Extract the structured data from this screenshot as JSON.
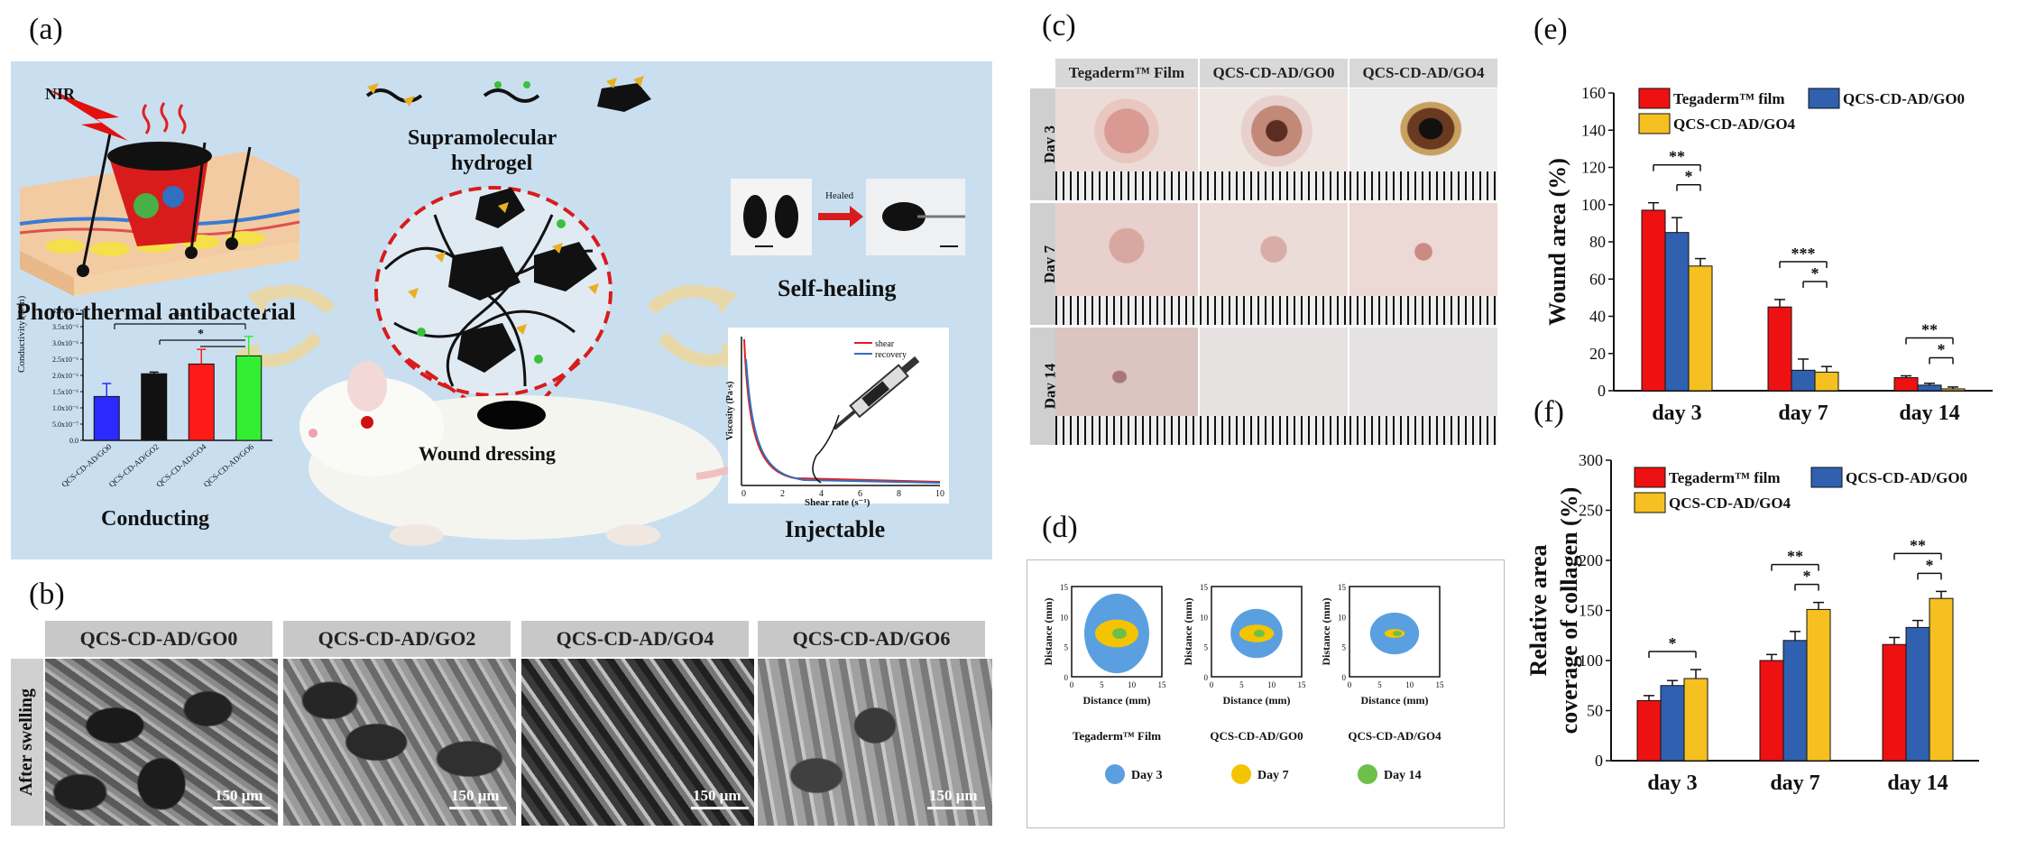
{
  "labels": {
    "a": "(a)",
    "b": "(b)",
    "c": "(c)",
    "d": "(d)",
    "e": "(e)",
    "f": "(f)"
  },
  "panel_a": {
    "nir": "NIR",
    "supramolecular": "Supramolecular",
    "hydrogel": "hydrogel",
    "photothermal": "Photo-thermal antibacterial",
    "self_healing": "Self-healing",
    "healed": "Healed",
    "wound_dressing": "Wound dressing",
    "conducting": "Conducting",
    "injectable": "Injectable",
    "cond_ylabel": "Conductivity (S/m)",
    "cond_ticks": [
      "4.0x10⁻⁶",
      "3.5x10⁻⁶",
      "3.0x10⁻⁶",
      "2.5x10⁻⁶",
      "2.0x10⁻⁶",
      "1.5x10⁻⁶",
      "1.0x10⁻⁶",
      "5.0x10⁻⁷",
      "0.0"
    ],
    "cond_sig": [
      "**",
      "*"
    ],
    "visc_ylabel": "Viscosity (Pa·s)",
    "visc_xlabel": "Shear rate (s⁻¹)",
    "visc_xticks": [
      "0",
      "2",
      "4",
      "6",
      "8",
      "10"
    ],
    "visc_legend": [
      "shear",
      "recovery"
    ]
  },
  "conductivity_chart": {
    "type": "bar",
    "categories": [
      "QCS-CD-AD/GO0",
      "QCS-CD-AD/GO2",
      "QCS-CD-AD/GO4",
      "QCS-CD-AD/GO6"
    ],
    "values": [
      1.35e-06,
      2.05e-06,
      2.35e-06,
      2.6e-06
    ],
    "errors": [
      4e-07,
      5e-08,
      4.5e-07,
      6e-07
    ],
    "colors": [
      "#2a2aff",
      "#111111",
      "#ff1a1a",
      "#33ee33"
    ],
    "ylim": [
      0,
      4e-06
    ],
    "ylabel": "Conductivity (S/m)"
  },
  "panel_b": {
    "headers": [
      "QCS-CD-AD/GO0",
      "QCS-CD-AD/GO2",
      "QCS-CD-AD/GO4",
      "QCS-CD-AD/GO6"
    ],
    "side_label": "After swelling",
    "scale": "150 μm"
  },
  "panel_c": {
    "headers": [
      "Tegaderm™ Film",
      "QCS-CD-AD/GO0",
      "QCS-CD-AD/GO4"
    ],
    "rows": [
      "Day 3",
      "Day 7",
      "Day 14"
    ]
  },
  "panel_d": {
    "xlabel": "Distance (mm)",
    "ylabel": "Distance (mm)",
    "ticks_x": [
      "0",
      "5",
      "10",
      "15"
    ],
    "ticks_y": [
      "15",
      "10",
      "5",
      "0"
    ],
    "groups": [
      "Tegaderm™ Film",
      "QCS-CD-AD/GO0",
      "QCS-CD-AD/GO4"
    ],
    "legend": [
      "Day 3",
      "Day 7",
      "Day 14"
    ],
    "colors": [
      "#5aa0e0",
      "#f5c400",
      "#6cc04a"
    ]
  },
  "chart_data": [
    {
      "type": "bar",
      "ylabel": "Wound area (%)",
      "ylim": [
        0,
        160
      ],
      "yticks": [
        "0",
        "20",
        "40",
        "60",
        "80",
        "100",
        "120",
        "140",
        "160"
      ],
      "categories": [
        "day 3",
        "day 7",
        "day 14"
      ],
      "series": [
        {
          "name": "Tegaderm™ film",
          "color": "#ee1111",
          "values": [
            97,
            45,
            7
          ],
          "errors": [
            4,
            4,
            1
          ]
        },
        {
          "name": "QCS-CD-AD/GO0",
          "color": "#3060b0",
          "values": [
            85,
            11,
            3
          ],
          "errors": [
            8,
            6,
            1
          ]
        },
        {
          "name": "QCS-CD-AD/GO4",
          "color": "#f5c020",
          "values": [
            67,
            10,
            1
          ],
          "errors": [
            4,
            3,
            1
          ]
        }
      ],
      "sig": [
        [
          "**",
          "*"
        ],
        [
          "***",
          "*"
        ],
        [
          "**",
          "*"
        ]
      ]
    },
    {
      "type": "bar",
      "ylabel": "Relative area coverage of collagen (%)",
      "ylim": [
        0,
        300
      ],
      "yticks": [
        "0",
        "50",
        "100",
        "150",
        "200",
        "250",
        "300"
      ],
      "categories": [
        "day 3",
        "day 7",
        "day 14"
      ],
      "series": [
        {
          "name": "Tegaderm™ film",
          "color": "#ee1111",
          "values": [
            60,
            100,
            116
          ],
          "errors": [
            5,
            6,
            7
          ]
        },
        {
          "name": "QCS-CD-AD/GO0",
          "color": "#3060b0",
          "values": [
            75,
            120,
            133
          ],
          "errors": [
            5,
            9,
            7
          ]
        },
        {
          "name": "QCS-CD-AD/GO4",
          "color": "#f5c020",
          "values": [
            82,
            151,
            162
          ],
          "errors": [
            9,
            7,
            7
          ]
        }
      ],
      "sig": [
        [
          "*"
        ],
        [
          "**",
          "*"
        ],
        [
          "**",
          "*"
        ]
      ]
    }
  ]
}
